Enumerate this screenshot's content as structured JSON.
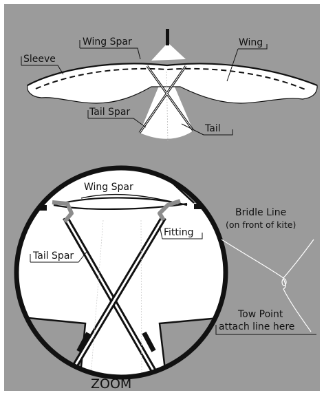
{
  "colors": {
    "background": "#9b9b9b",
    "panel": "#ffffff",
    "ink": "#111111",
    "fitting": "#8c8c8c"
  },
  "labels": {
    "wing_spar_top": "Wing Spar",
    "wing_top": "Wing",
    "sleeve": "Sleeve",
    "tail_spar_top": "Tail Spar",
    "tail": "Tail",
    "wing_spar_zoom": "Wing Spar",
    "fitting": "Fitting",
    "tail_spar_zoom": "Tail Spar",
    "bridle_line": "Bridle Line",
    "bridle_note": "(on front of kite)",
    "tow_point": "Tow Point",
    "attach": "attach line here",
    "zoom": "ZOOM"
  }
}
